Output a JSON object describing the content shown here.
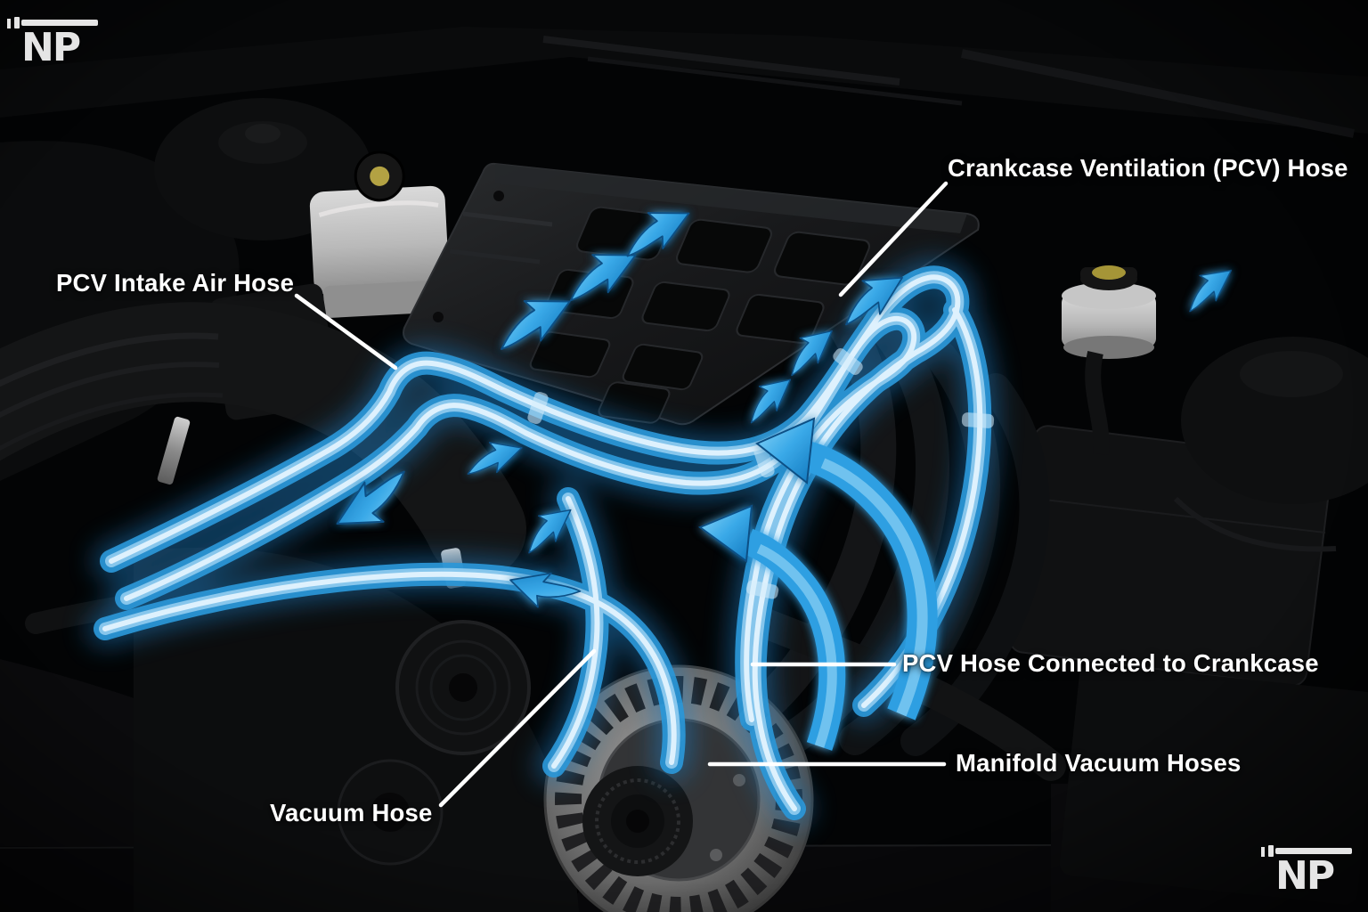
{
  "callouts": {
    "crankcase_ventilation_hose": "Crankcase Ventilation (PCV) Hose",
    "pcv_intake_air_hose": "PCV Intake Air Hose",
    "pcv_hose_connected_to_crankcase": "PCV Hose Connected to Crankcase",
    "manifold_vacuum_hoses": "Manifold Vacuum Hoses",
    "vacuum_hose": "Vacuum Hose"
  },
  "watermark": {
    "logo_text": "NP"
  },
  "colors": {
    "background": "#030405",
    "hose_blue": "#46aeea",
    "hose_deep_blue": "#1a7fc6",
    "hose_highlight": "#e8f6ff",
    "arrow_blue": "#2d9fe2",
    "label_text": "#ffffff",
    "leader_line": "#ffffff"
  }
}
